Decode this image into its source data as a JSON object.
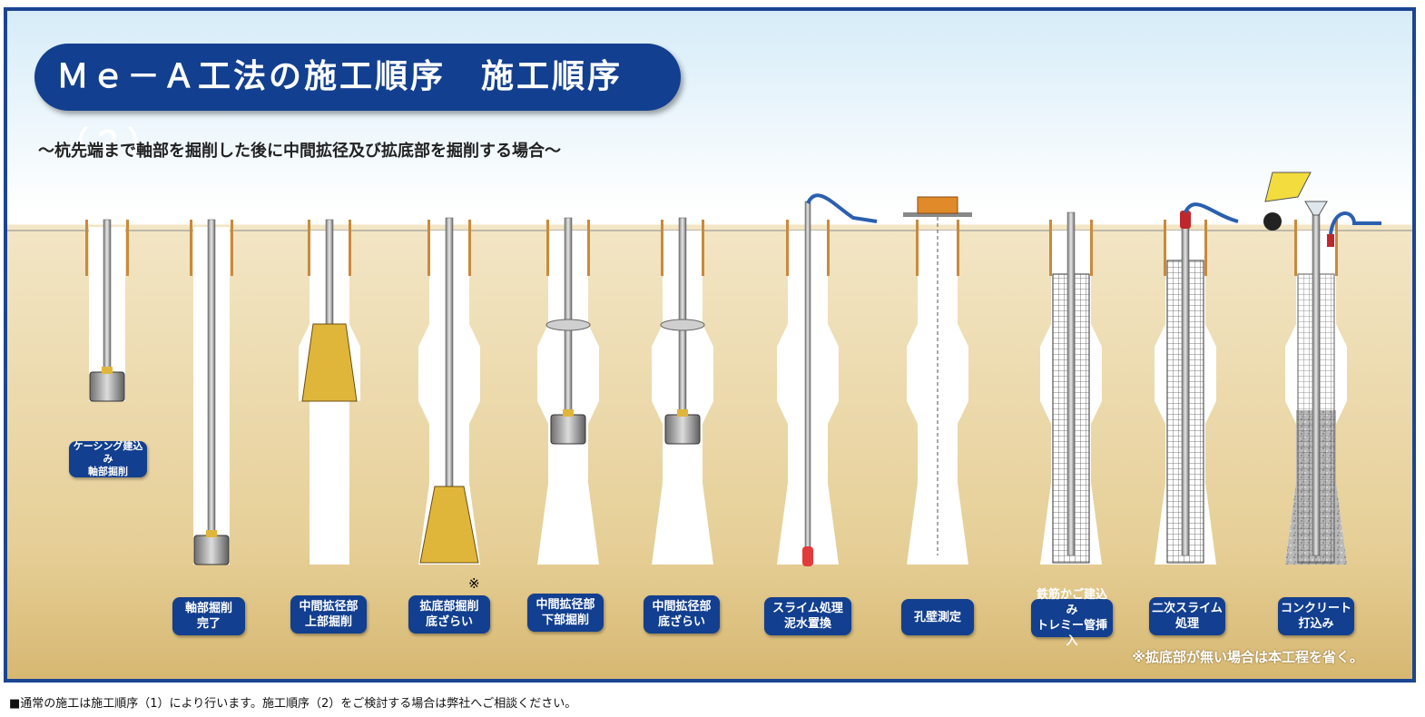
{
  "title": "Ｍｅ－Ａ工法の施工順序　施工順序（２）",
  "subtitle": "～杭先端まで軸部を掘削した後に中間拡径及び拡底部を掘削する場合～",
  "steps": [
    {
      "label": "ケーシング建込み\n軸部掘削"
    },
    {
      "label": "軸部掘削\n完了"
    },
    {
      "label": "中間拡径部\n上部掘削"
    },
    {
      "label": "拡底部掘削\n底ざらい"
    },
    {
      "label": "中間拡径部\n下部掘削"
    },
    {
      "label": "中間拡径部\n底ざらい"
    },
    {
      "label": "スライム処理\n泥水置換"
    },
    {
      "label": "孔壁測定"
    },
    {
      "label": "鉄筋かご建込み\nトレミー管挿入"
    },
    {
      "label": "二次スライム\n処理"
    },
    {
      "label": "コンクリート\n打込み"
    }
  ],
  "kome_mark": "※",
  "note": "※拡底部が無い場合は本工程を省く。",
  "footer": "■通常の施工は施工順序（1）により行います。施工順序（2）をご検討する場合は弊社へご相談ください。",
  "colors": {
    "frame": "#1b4592",
    "label_bg": "#123f8f",
    "casing": "#c98a3c",
    "bucket": "#e0b63a",
    "hose": "#2a5fb0"
  }
}
